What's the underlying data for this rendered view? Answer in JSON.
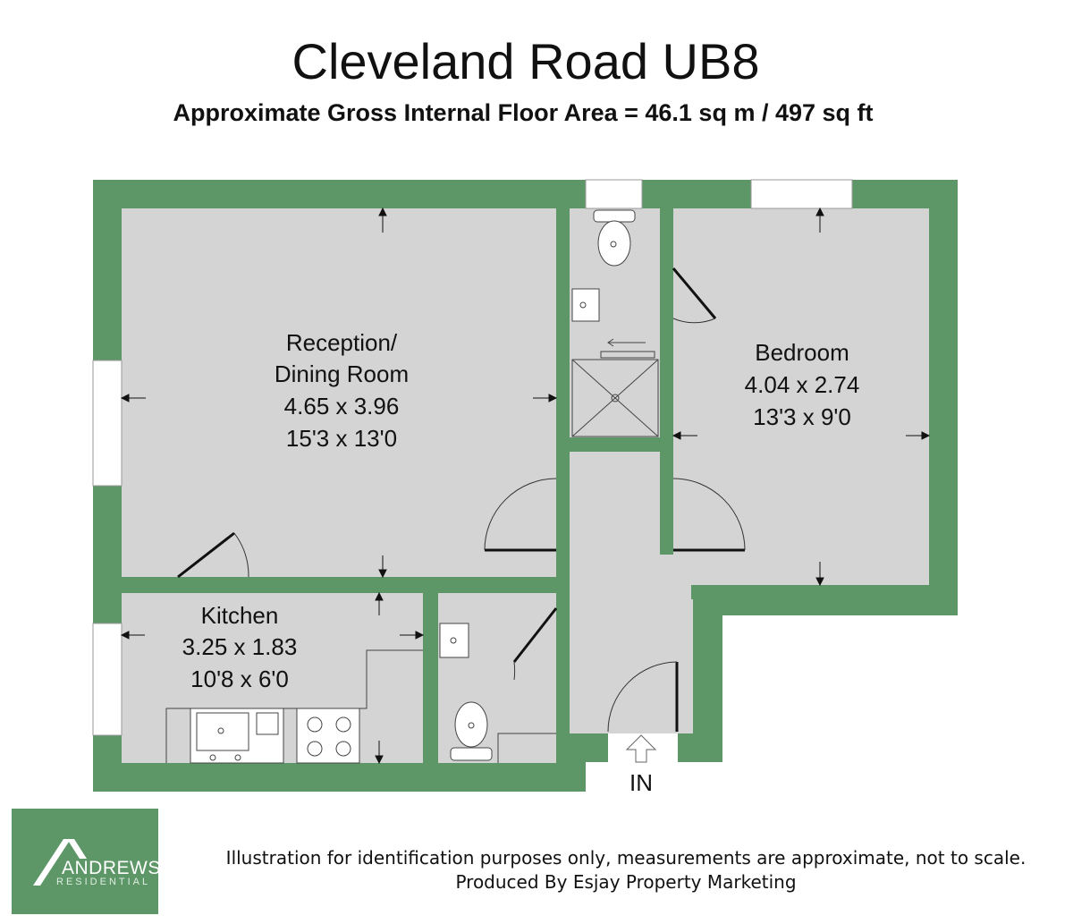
{
  "header": {
    "title": "Cleveland Road UB8",
    "subtitle": "Approximate Gross Internal Floor Area = 46.1 sq m / 497 sq ft"
  },
  "rooms": {
    "reception": {
      "name_line1": "Reception/",
      "name_line2": "Dining Room",
      "metric": "4.65 x 3.96",
      "imperial": "15'3 x 13'0"
    },
    "bedroom": {
      "name": "Bedroom",
      "metric": "4.04 x 2.74",
      "imperial": "13'3 x 9'0"
    },
    "kitchen": {
      "name": "Kitchen",
      "metric": "3.25 x 1.83",
      "imperial": "10'8 x 6'0"
    }
  },
  "entrance_label": "IN",
  "logo": {
    "name": "ANDREWS",
    "tagline": "RESIDENTIAL"
  },
  "footer": {
    "line1": "Illustration for identification purposes only, measurements are approximate, not to scale.",
    "line2": "Produced By Esjay Property Marketing"
  },
  "colors": {
    "wall": "#5d9767",
    "floor": "#d4d4d4",
    "door_line": "#111111",
    "logo_bg": "#5d9767"
  }
}
